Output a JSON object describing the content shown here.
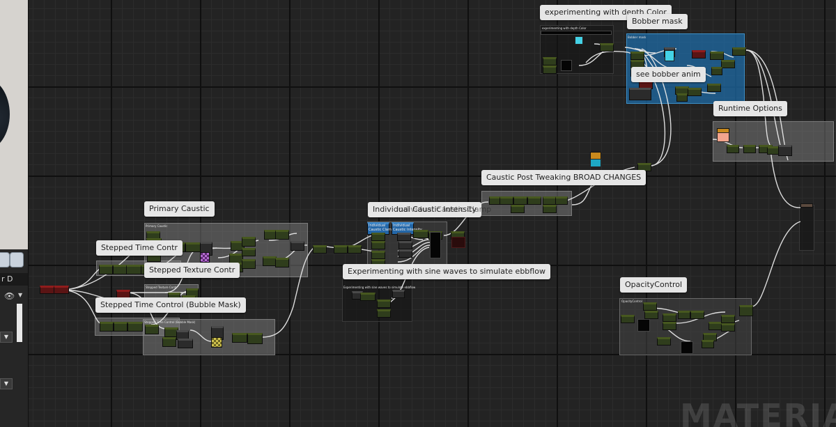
{
  "left_panel": {
    "details_tab_label": "r D"
  },
  "comments": {
    "primary_caustic": "Primary Caustic",
    "stepped_time_control": "Stepped Time Contr",
    "stepped_texture_control": "Stepped Texture Contr",
    "stepped_time_control_bubble_mask": "Stepped Time Control (Bubble Mask)",
    "stepped_time_control_overlap_title": "Control (Bubble Mask",
    "individual_caustic_intensity": "Individual Caustic Intensity",
    "individual_caustic_intensity_overlap": "Individual Caustic Clamp",
    "caustic_post_tweaking": "Caustic Post Tweaking BROAD CHANGES",
    "experimenting_sine_waves": "Experimenting with sine waves to simulate ebbflow",
    "experimenting_depth_color": "experimenting with depth Color",
    "bobber_mask": "Bobber mask",
    "see_bobber_anim": "see bobber anim",
    "runtime_options": "Runtime Options",
    "opacity_control": "OpacityControl"
  },
  "node_labels": {
    "individual_caustic_clamp": "Individual\nCaustic Clamp",
    "individual_caustic_intensity": "Individual\nCaustic Intensity"
  },
  "watermark": "MATERIAL",
  "colors": {
    "graph_bg": "#232323",
    "comment_grey": "#808080",
    "comment_blue": "#1e6eaa",
    "node_green": "#2f3d1c",
    "wire": "#e8e8e8"
  }
}
